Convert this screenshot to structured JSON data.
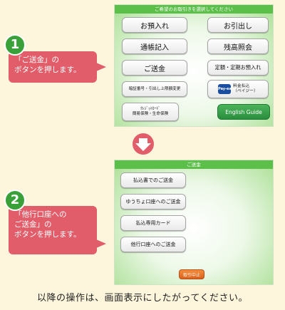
{
  "step1": {
    "number": "1",
    "callout_line1": "「ご送金」の",
    "callout_line2": "ボタンを押します。",
    "screen": {
      "title": "ご希望のお取引きを選択してください",
      "deposit": "お預入れ",
      "withdraw": "お引出し",
      "passbook": "通帳記入",
      "balance": "残高照会",
      "transfer": "ご送金",
      "fixed_deposit": "定額・定期お預入れ",
      "pin_change": "暗証番号・引出し上限額変更",
      "payeasy_line1": "料金払込",
      "payeasy_line2": "（ペイジー）",
      "payeasy_logo": "Pay-easy",
      "credit_line1": "ｸﾚｼﾞｯﾄｶｰﾄﾞ",
      "credit_line2": "簡易保険・生命保険",
      "english": "English Guide"
    }
  },
  "step2": {
    "number": "2",
    "callout_line1": "「他行口座への",
    "callout_line2": "ご送金」の",
    "callout_line3": "ボタンを押します。",
    "screen": {
      "title": "ご送金",
      "by_slip": "払込書でのご送金",
      "to_yucho": "ゆうちょ口座へのご送金",
      "dedicated_card": "払込専用カード",
      "to_other_bank": "他行口座へのご送金",
      "cancel": "取引中止"
    }
  },
  "footer": "以降の操作は、画面表示にしたがってください。"
}
